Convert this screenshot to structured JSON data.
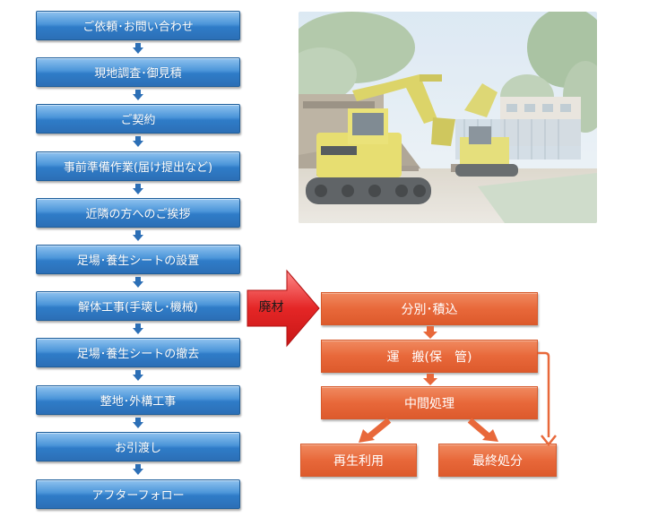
{
  "flow_steps": [
    "ご依頼･お問い合わせ",
    "現地調査･御見積",
    "ご契約",
    "事前準備作業(届け提出など)",
    "近隣の方へのご挨拶",
    "足場･養生シートの設置",
    "解体工事(手壊し･機械)",
    "足場･養生シートの撤去",
    "整地･外構工事",
    "お引渡し",
    "アフターフォロー"
  ],
  "waste_arrow_label": "廃材",
  "waste_flow": {
    "sort": "分別･積込",
    "transport": "運　搬(保　管)",
    "intermediate": "中間処理",
    "recycle": "再生利用",
    "final": "最終処分"
  },
  "colors": {
    "blue_step": "#3a86cf",
    "orange_box": "#e8683a",
    "red_arrow": "#e02020"
  }
}
